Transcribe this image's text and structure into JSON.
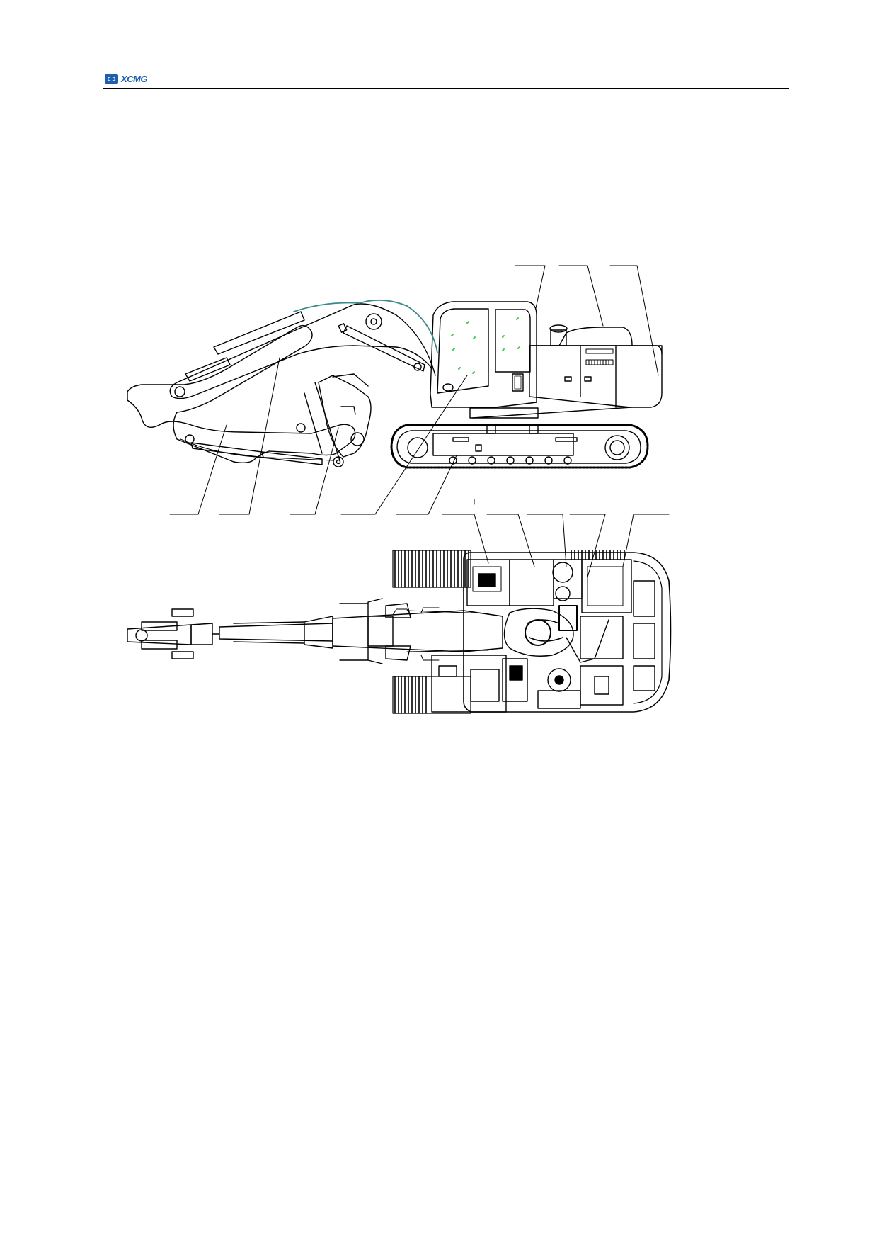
{
  "header": {
    "logo_text": "XCMG",
    "brand_color": "#1f5fae"
  },
  "drawing": {
    "side_view": "side-elevation",
    "top_view": "plan-view",
    "glass_color": "#3ec94a"
  }
}
